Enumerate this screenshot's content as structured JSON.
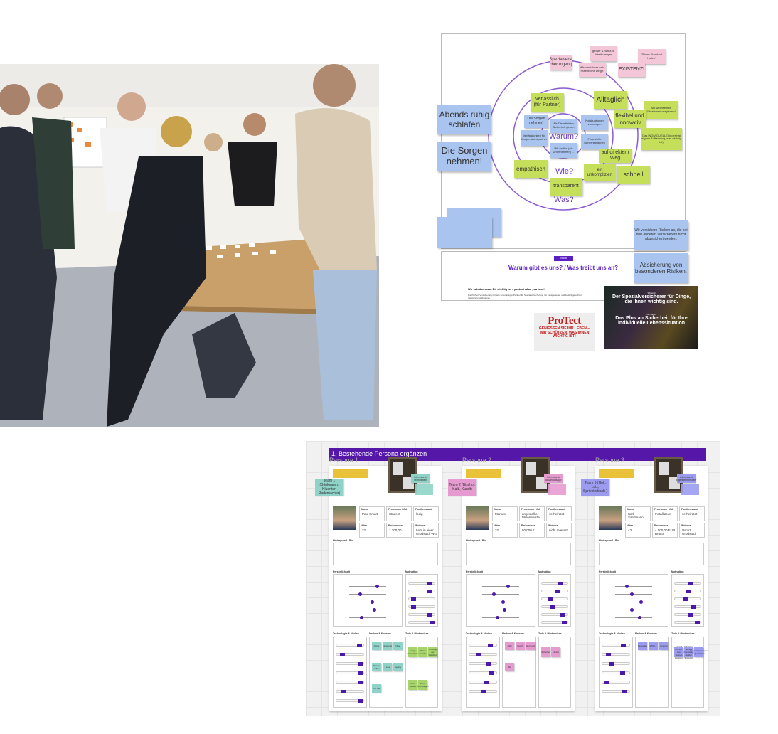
{
  "diagram": {
    "questions": {
      "why": "Warum?",
      "how": "Wie?",
      "what": "Was?"
    },
    "pink_notes": [
      "Spezialversi cherungen (",
      "größer & nah z.B. Arbeitszeugen",
      "Wir versichere sehr realistische Dinge.",
      "\"Einen Standard halten\"",
      "EXISTENZ!"
    ],
    "green_notes": [
      "verlässlich (für Partner)",
      "Alltäglich",
      "Auf wechselnde Situationen reagierend",
      "flexibel und innovativ",
      "Das INDIVIDUELLE (jeder hat eigene Auffassung, was wichtig ist)",
      "auf direktem Weg",
      "ein unkompliziert",
      "schnell",
      "empathisch",
      "transparent"
    ],
    "blue_notes": [
      "Abends ruhig schlafen",
      "Die Sorgen nehmen!",
      "Die Sorgen nehmen!",
      "Verlässlichkeit für Kooperationspartner",
      "Als Dienstleister Sicherheit geben",
      "Notsituationen vorbeugen",
      "Finanzielle Sicherheit geben",
      "Wir wollen (als Unternehmen) ...",
      "Wir versichern Risiken ab, die bei den anderen Versicherern nicht abgesichert werden.",
      "Absicherung von besonderen Risiken."
    ],
    "vision_badge": "Vision",
    "vision_title": "Warum gibt es uns? / Was treibt uns an?",
    "slogan": "Wir schützen was Dir wichtig ist – protect what you love!",
    "description": "Die ProTect Versicherung ist Dein zuverlässiger Partner für Spezialversicherung mit transparenten und bedarfsgerechten Versicherungslösungen.",
    "dark_image": {
      "small1": "Wir sind",
      "line1": "Der Spezialversicherer für Dinge,",
      "line2": "die Ihnen wichtig sind.",
      "small2": "Wir bieten",
      "line3": "Das Plus an Sicherheit für Ihre",
      "line4": "individuelle Lebenssituation"
    },
    "logo": {
      "brand": "ProTect",
      "tagline": "GENIESSEN SIE IHR LEBEN – WIR SCHÜTZEN, WAS IHNEN WICHTIG IST!"
    }
  },
  "board": {
    "header": "1. Bestehende Persona ergänzen",
    "labels": {
      "name": "Name",
      "job": "Profession / Job",
      "family": "Familienstand",
      "age": "Alter",
      "income": "Einkommen",
      "home": "Wohnort",
      "bio": "Hintergrund / Bio",
      "personality": "Persönlichkeit",
      "motivation": "Motivation",
      "tech": "Technologie & Medien",
      "brands": "Marken & Konsum",
      "goals": "Ziele & Hindernisse"
    },
    "personas": [
      {
        "title": "Persona 1",
        "team": "Team 1 (Brinkmann, Kluenter, Rademacher)",
        "tag": "Interessent Technikaffin",
        "color": "#8fd3c8",
        "name": "Paul Smart",
        "job": "Student",
        "family": "ledig",
        "age": "22",
        "income": "1.200,00",
        "home": "Lebt in einer Großstadt WG",
        "personality": [
          0.75,
          0.28,
          0.62,
          0.68,
          0.32
        ],
        "motivation": [
          0.8,
          0.82,
          0.1,
          0.1,
          0.85,
          0.97
        ],
        "tech": [
          0.88,
          0.15,
          0.95,
          0.95,
          0.92,
          0.2,
          0.92
        ],
        "brands": [
          "Apple",
          "Facebook",
          "Nike",
          "Spiegel online",
          "1 Live",
          "Spotify",
          "Tik Tok"
        ],
        "goals": [
          "Lange Gesundheit",
          "Wert in sozialen",
          "Ordnung der Gefahren",
          "Gute Auszeit",
          "Keine Ablenkungen"
        ]
      },
      {
        "title": "Persona 2",
        "team": "Team 2 (Bischof, Kalb, Kundt)",
        "tag": "Interessent Bau/Whatsapp",
        "color": "#e59bd0",
        "name": "Markus",
        "job": "angestellter Malermeister",
        "family": "verheiratet",
        "age": "32",
        "income": "50.000 €",
        "home": "nicht relevant",
        "personality": [
          0.7,
          0.3,
          0.55,
          0.6,
          0.4
        ],
        "motivation": [
          0.7,
          0.6,
          0.3,
          0.4,
          0.8,
          0.9
        ],
        "tech": [
          0.8,
          0.3,
          0.7,
          0.85,
          0.6,
          0.5
        ],
        "brands": [
          "Stihl",
          "Bosch",
          "Hornbach",
          "Bild"
        ],
        "goals": [
          "Sicherheit",
          "Familie"
        ]
      },
      {
        "title": "Persona 3",
        "team": "Team 3 (Holt, Lutz, Spriesterbach )",
        "tag": "Interessent Eigenheimbesitzer",
        "color": "#9b9cf0",
        "name": "Karl Sandmann",
        "job": "Installateur",
        "family": "verheiratet",
        "age": "43",
        "income": "4.000,00 EUR Brutto",
        "home": "Vorort Großstadt",
        "personality": [
          0.3,
          0.45,
          0.7,
          0.45,
          0.65
        ],
        "motivation": [
          0.6,
          0.5,
          0.4,
          0.7,
          0.6,
          0.9
        ],
        "tech": [
          0.8,
          0.15,
          0.3,
          0.75,
          0.1,
          0.85
        ],
        "brands": [
          "Mercedes",
          "WDR 2",
          "Amazon"
        ],
        "goals": [
          "Schnell aus Zeit zum Sehnen kommen",
          "Schulden, die aus finanziellen Budget-Sprüngen",
          "Kostensteigerungen wegen Inflation"
        ]
      }
    ]
  }
}
